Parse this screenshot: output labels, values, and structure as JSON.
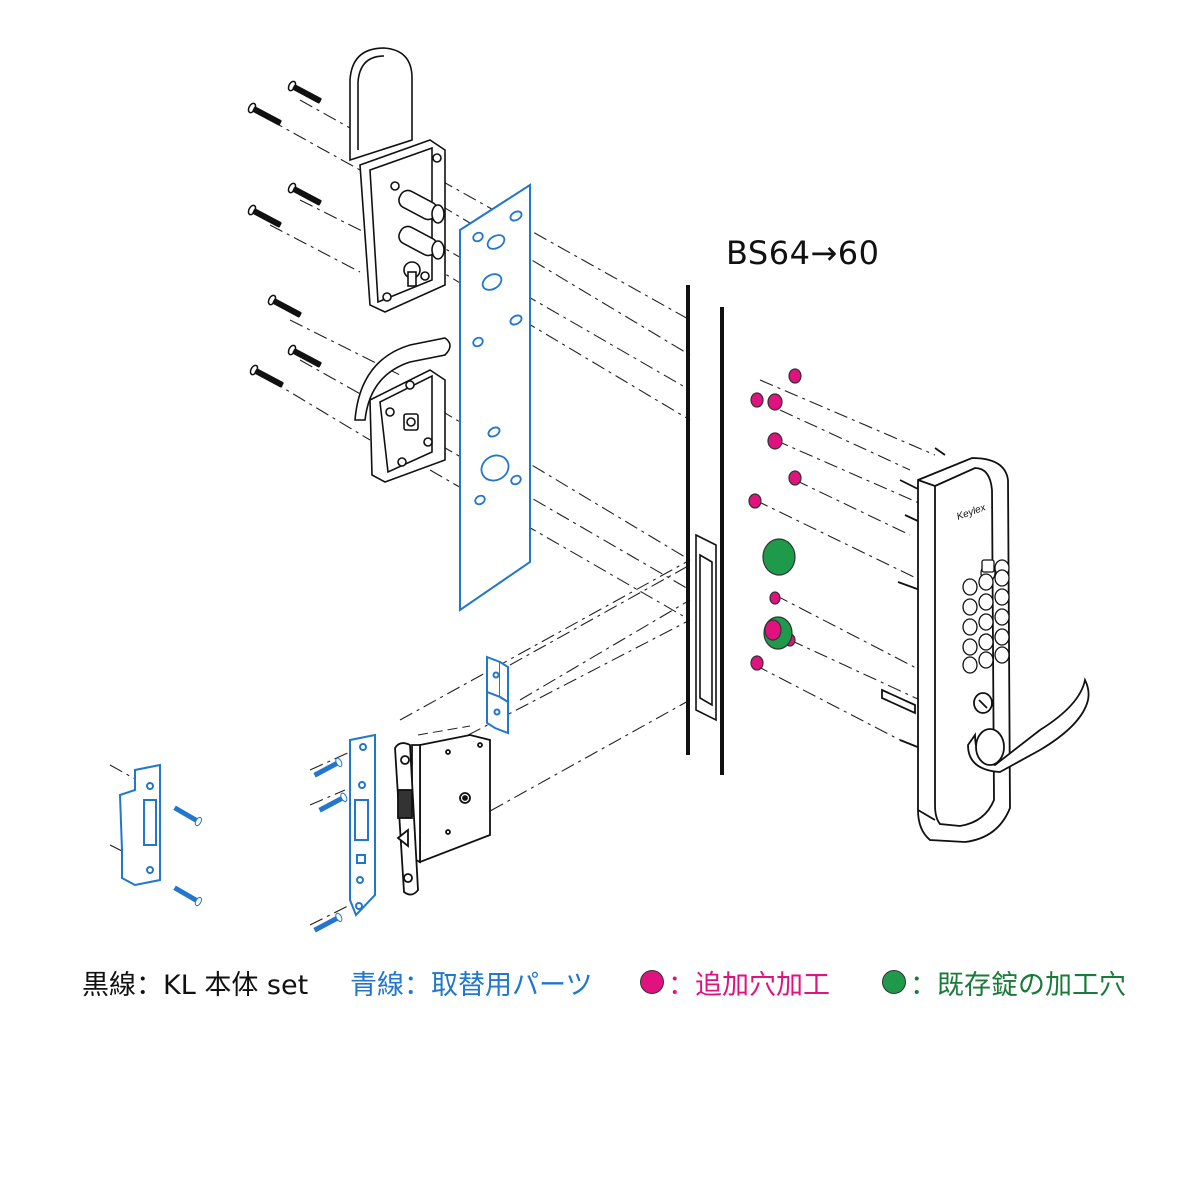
{
  "diagram": {
    "backset_label": "BS64→60"
  },
  "legend": {
    "black_line": "黒線：KL 本体 set",
    "blue_line": "青線：取替用パーツ",
    "magenta_hole": "：追加穴加工",
    "green_hole": "：既存錠の加工穴"
  },
  "colors": {
    "black_line": "#111111",
    "blue_line": "#2277cc",
    "magenta": "#e0127f",
    "green": "#1f9a4a",
    "green_text": "#1a7a3a"
  },
  "icons": {
    "magenta_dot": "magenta-circle-icon",
    "green_dot": "green-circle-icon"
  }
}
